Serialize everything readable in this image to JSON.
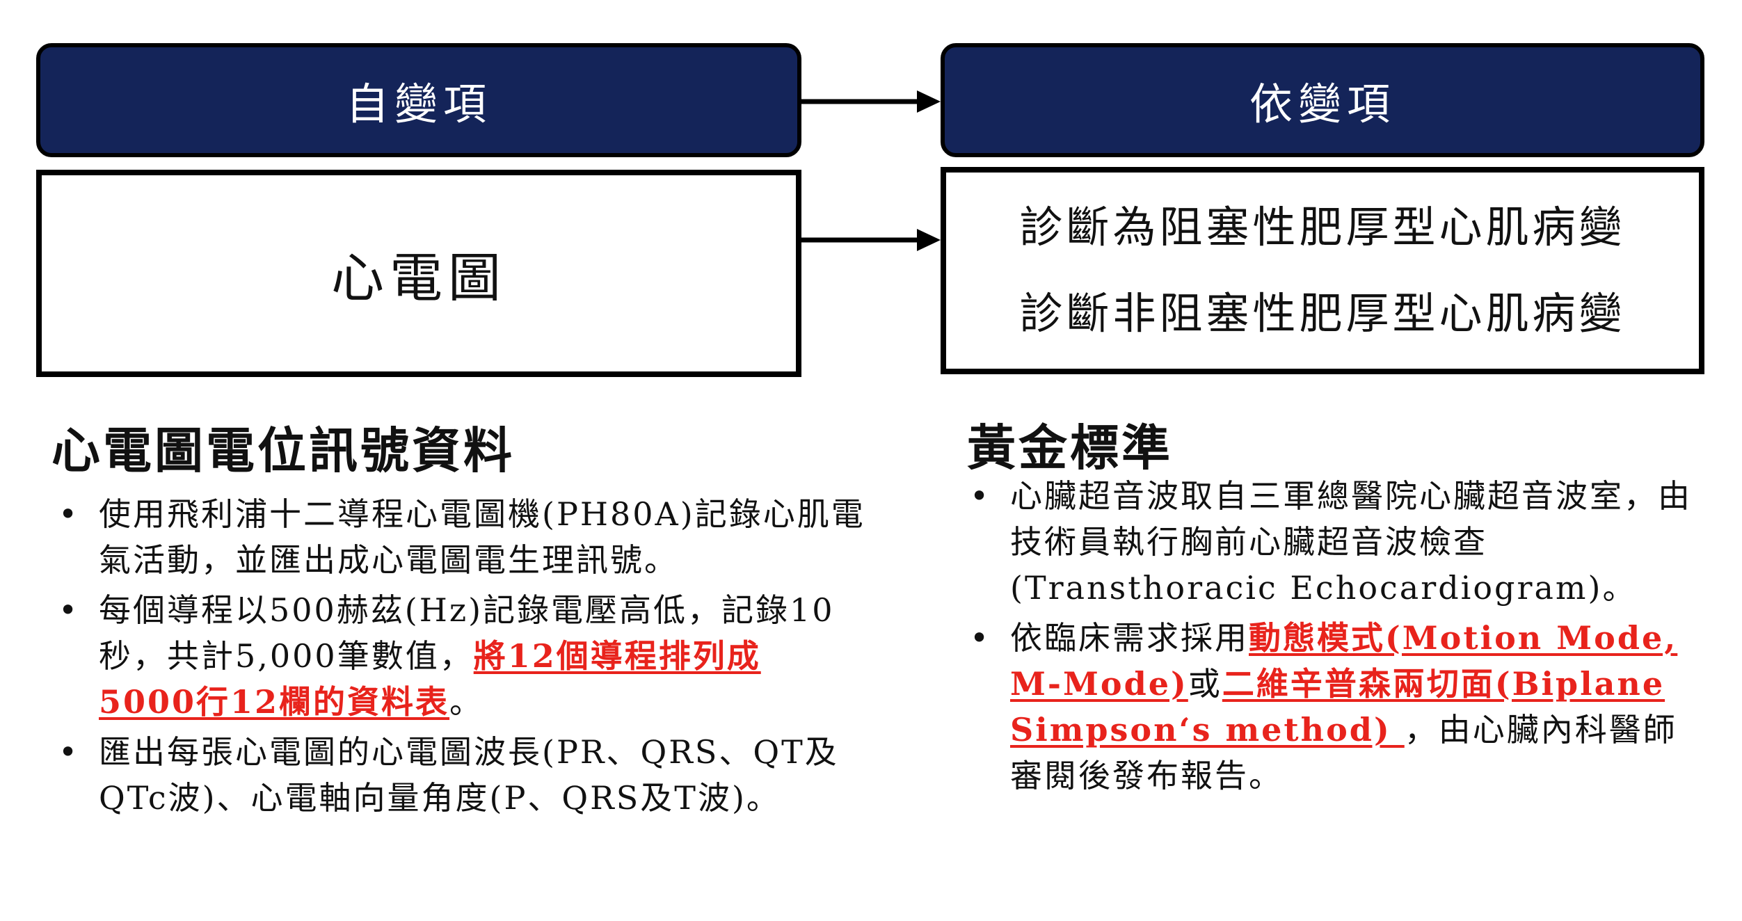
{
  "independent_header": "自變項",
  "dependent_header": "依變項",
  "independent_box": "心電圖",
  "dependent_box": [
    "診斷為阻塞性肥厚型心肌病變",
    "診斷非阻塞性肥厚型心肌病變"
  ],
  "left_section": {
    "title": "心電圖電位訊號資料",
    "b1": "使用飛利浦十二導程心電圖機(PH80A)記錄心肌電氣活動，並匯出成心電圖電生理訊號。",
    "b2_pre": "每個導程以500赫茲(Hz)記錄電壓高低，記錄10秒，共計5,000筆數值，",
    "b2_red": "將12個導程排列成5000行12欄的資料表",
    "b2_post": "。",
    "b3": "匯出每張心電圖的心電圖波長(PR、QRS、QT及QTc波)、心電軸向量角度(P、QRS及T波)。"
  },
  "right_section": {
    "title": "黃金標準",
    "b1": "心臟超音波取自三軍總醫院心臟超音波室，由技術員執行胸前心臟超音波檢查(Transthoracic Echocardiogram)。",
    "b2_pre": "依臨床需求採用",
    "b2_red1": "動態模式(Motion Mode, M-Mode)",
    "b2_mid": "或",
    "b2_red2": "二維辛普森兩切面(Biplane Simpson‘s method) ",
    "b2_post": "，由心臟內科醫師審閱後發布報告。"
  },
  "bullet_char": "•",
  "colors": {
    "header_fill": "#142459",
    "highlight_red": "#e8231c"
  }
}
